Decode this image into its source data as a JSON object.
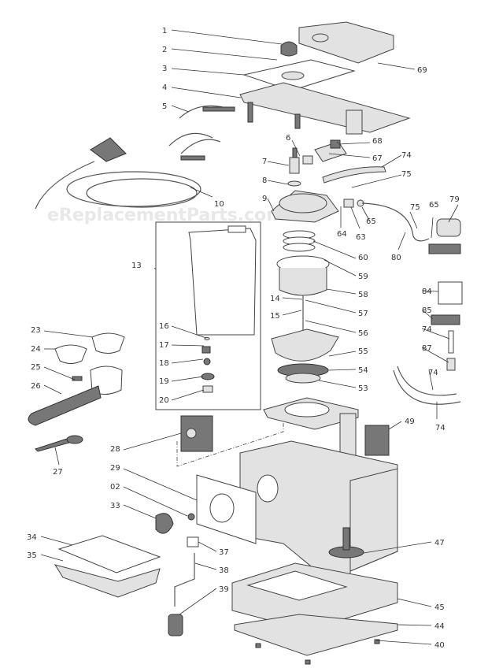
{
  "watermark": "eReplacementParts.com",
  "callouts": [
    {
      "id": "1"
    },
    {
      "id": "2"
    },
    {
      "id": "3"
    },
    {
      "id": "4"
    },
    {
      "id": "5"
    },
    {
      "id": "6"
    },
    {
      "id": "7"
    },
    {
      "id": "8"
    },
    {
      "id": "9"
    },
    {
      "id": "10"
    },
    {
      "id": "13"
    },
    {
      "id": "14"
    },
    {
      "id": "15"
    },
    {
      "id": "16"
    },
    {
      "id": "17"
    },
    {
      "id": "18"
    },
    {
      "id": "19"
    },
    {
      "id": "20"
    },
    {
      "id": "23"
    },
    {
      "id": "24"
    },
    {
      "id": "25"
    },
    {
      "id": "26"
    },
    {
      "id": "27"
    },
    {
      "id": "28"
    },
    {
      "id": "29"
    },
    {
      "id": "02"
    },
    {
      "id": "33"
    },
    {
      "id": "34"
    },
    {
      "id": "35"
    },
    {
      "id": "37"
    },
    {
      "id": "38"
    },
    {
      "id": "39"
    },
    {
      "id": "40"
    },
    {
      "id": "44"
    },
    {
      "id": "45"
    },
    {
      "id": "47"
    },
    {
      "id": "49"
    },
    {
      "id": "53"
    },
    {
      "id": "54"
    },
    {
      "id": "55"
    },
    {
      "id": "56"
    },
    {
      "id": "57"
    },
    {
      "id": "58"
    },
    {
      "id": "59"
    },
    {
      "id": "60"
    },
    {
      "id": "63"
    },
    {
      "id": "64"
    },
    {
      "id": "65"
    },
    {
      "id": "65b"
    },
    {
      "id": "67"
    },
    {
      "id": "68"
    },
    {
      "id": "69"
    },
    {
      "id": "74"
    },
    {
      "id": "74b"
    },
    {
      "id": "74c"
    },
    {
      "id": "74d"
    },
    {
      "id": "75"
    },
    {
      "id": "75b"
    },
    {
      "id": "79"
    },
    {
      "id": "80"
    },
    {
      "id": "84"
    },
    {
      "id": "85"
    },
    {
      "id": "87"
    }
  ],
  "labels": {
    "c1": "1",
    "c2": "2",
    "c3": "3",
    "c4": "4",
    "c5": "5",
    "c6": "6",
    "c7": "7",
    "c8": "8",
    "c9": "9",
    "c10": "10",
    "c13": "13",
    "c14": "14",
    "c15": "15",
    "c16": "16",
    "c17": "17",
    "c18": "18",
    "c19": "19",
    "c20": "20",
    "c23": "23",
    "c24": "24",
    "c25": "25",
    "c26": "26",
    "c27": "27",
    "c28": "28",
    "c29": "29",
    "c02": "02",
    "c33": "33",
    "c34": "34",
    "c35": "35",
    "c37": "37",
    "c38": "38",
    "c39": "39",
    "c40": "40",
    "c44": "44",
    "c45": "45",
    "c47": "47",
    "c49": "49",
    "c53": "53",
    "c54": "54",
    "c55": "55",
    "c56": "56",
    "c57": "57",
    "c58": "58",
    "c59": "59",
    "c60": "60",
    "c63": "63",
    "c64": "64",
    "c65a": "65",
    "c65b": "65",
    "c67": "67",
    "c68": "68",
    "c69": "69",
    "c74a": "74",
    "c74b": "74",
    "c74c": "74",
    "c74d": "74",
    "c75a": "75",
    "c75b": "75",
    "c79": "79",
    "c80": "80",
    "c84": "84",
    "c85": "85",
    "c87": "87"
  }
}
